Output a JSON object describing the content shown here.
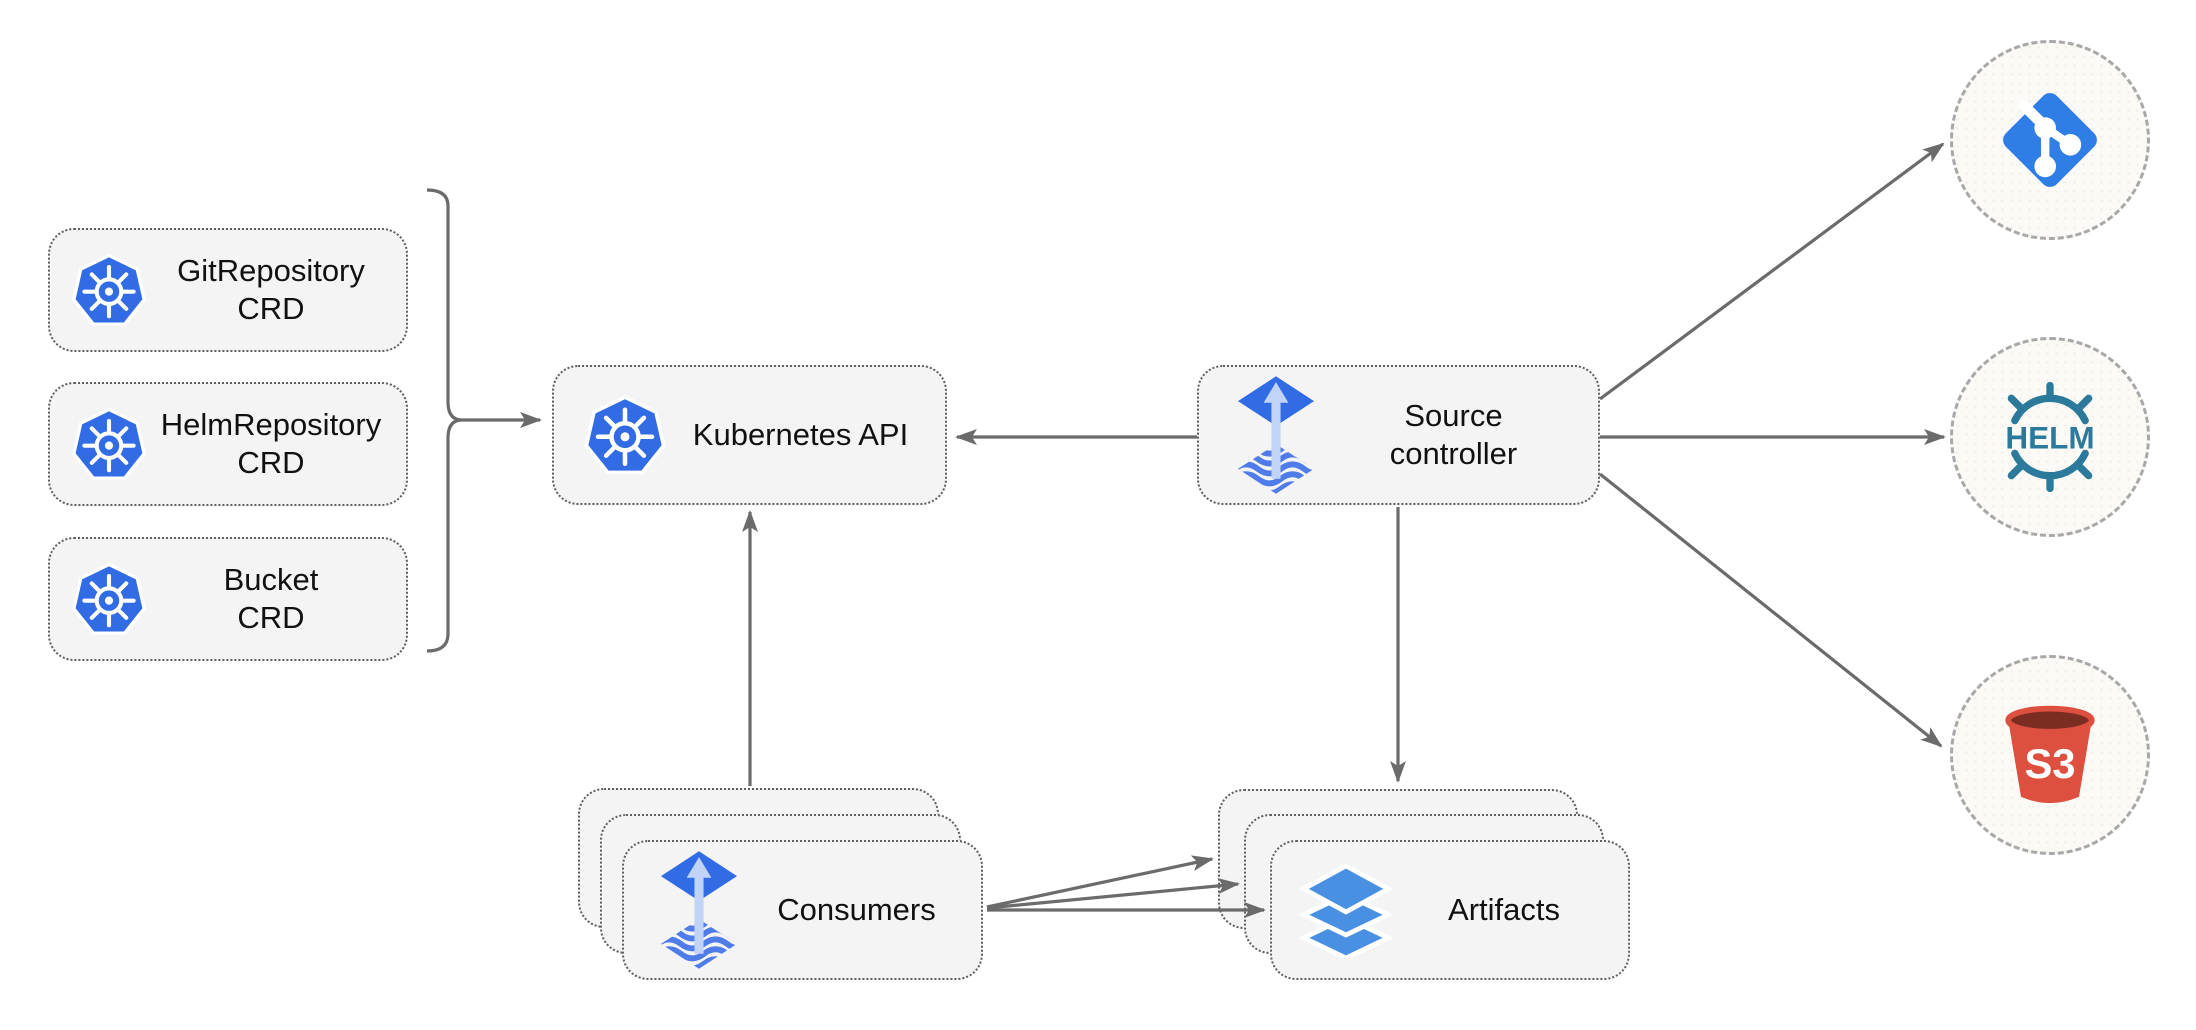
{
  "diagram": {
    "crd_boxes": [
      {
        "icon": "kubernetes-icon",
        "line1": "GitRepository",
        "line2": "CRD"
      },
      {
        "icon": "kubernetes-icon",
        "line1": "HelmRepository",
        "line2": "CRD"
      },
      {
        "icon": "kubernetes-icon",
        "line1": "Bucket",
        "line2": "CRD"
      }
    ],
    "kubernetes_api": {
      "icon": "kubernetes-icon",
      "label": "Kubernetes API"
    },
    "source_controller": {
      "icon": "flux-icon",
      "line1": "Source",
      "line2": "controller"
    },
    "consumers": {
      "icon": "flux-icon",
      "label": "Consumers"
    },
    "artifacts": {
      "icon": "layers-icon",
      "label": "Artifacts"
    },
    "external_sources": {
      "git": {
        "icon": "git-icon"
      },
      "helm": {
        "icon": "helm-icon",
        "label": "HELM"
      },
      "s3": {
        "icon": "s3-bucket-icon",
        "label": "S3"
      }
    },
    "colors": {
      "kubernetes_blue": "#326ce5",
      "flux_blue": "#316ce4",
      "flux_arrow_light": "#c1d3f6",
      "layers_blue": "#4a90e2",
      "git_blue": "#2e7ee5",
      "helm_teal": "#2b7a9c",
      "s3_red": "#dd4f3e",
      "s3_dark_red": "#7c2d21",
      "arrow_gray": "#6b6b6b",
      "node_fill": "#f4f4f4"
    }
  }
}
